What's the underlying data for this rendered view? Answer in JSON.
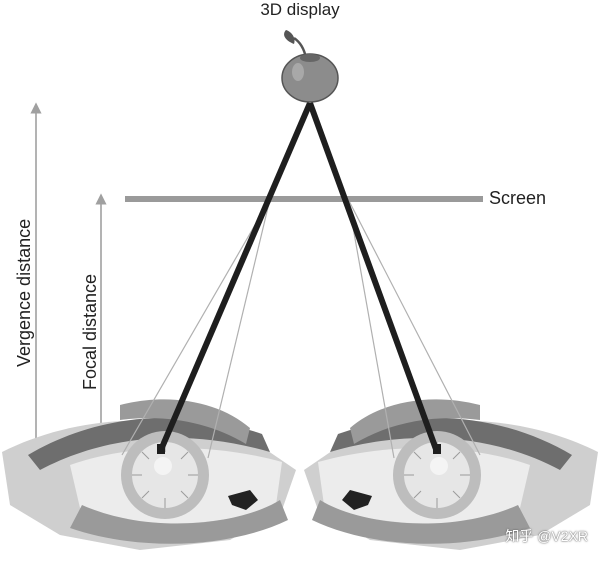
{
  "labels": {
    "title": "3D display",
    "screen": "Screen",
    "vergence_distance": "Vergence distance",
    "focal_distance": "Focal distance",
    "watermark": "知乎 @V2XR"
  },
  "colors": {
    "background": "#ffffff",
    "sight_line": "#1e1e1e",
    "screen_bar": "#9a9a9a",
    "arrow": "#a0a0a0",
    "thin_ray": "#b0b0b0",
    "apple": "#8c8c8c",
    "eye_dark": "#6e6e6e",
    "eye_light": "#d2d2d2"
  },
  "icons": {
    "display_object": "apple-icon",
    "viewer": "eye-icon"
  }
}
